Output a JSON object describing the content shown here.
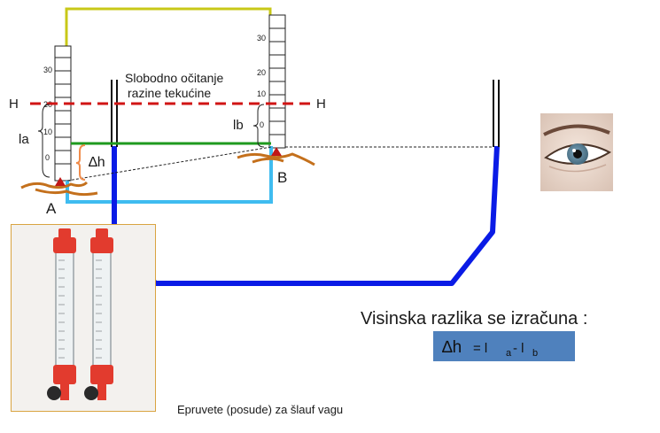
{
  "diagram": {
    "label_H_left": "H",
    "label_H_right": "H",
    "label_la": "la",
    "label_lb": "lb",
    "label_delta_h": "∆h",
    "label_A": "A",
    "label_B": "B",
    "note_line1": "Slobodno očitanje",
    "note_line2": "razine tekućine",
    "scale_left_ticks": [
      "30",
      "20",
      "10",
      "0"
    ],
    "scale_right_ticks": [
      "30",
      "20",
      "10",
      "0"
    ]
  },
  "formula": {
    "heading": "Visinska razlika se izračuna :",
    "delta": "∆h",
    "equals": " = l",
    "sub_a": "a",
    "minus": "- l",
    "sub_b": "b"
  },
  "caption": "Epruvete (posude) za šlauf vagu",
  "colors": {
    "hose": "#0a1be6",
    "hose_light": "#3fbcf0",
    "level_line": "#1e9a1e",
    "dashed_H": "#d11414",
    "top_wire": "#c8c818",
    "ground": "#c4701c",
    "marker": "#c01818",
    "brace": "#f08c4b",
    "formula_box": "#4f81bd"
  },
  "icons": [
    "eye-photo",
    "test-tube-photo"
  ]
}
